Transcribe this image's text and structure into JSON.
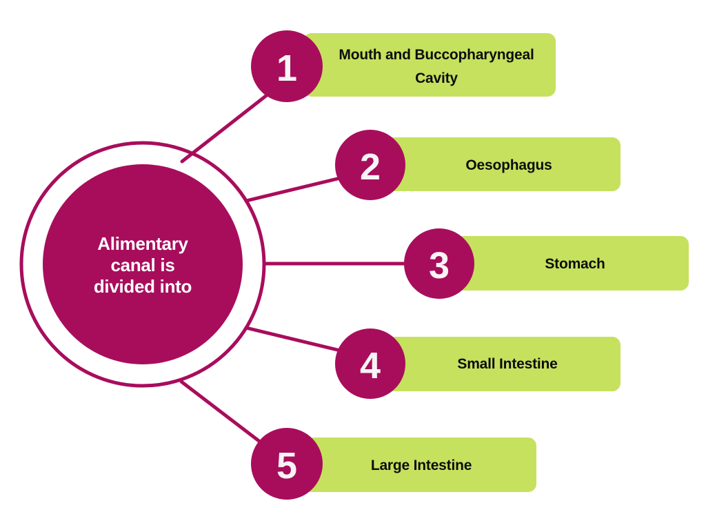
{
  "diagram": {
    "title": "Alimentary canal is divided into",
    "center": {
      "lines": [
        "Alimentary",
        "canal is",
        "divided into"
      ]
    },
    "colors": {
      "magenta": "#A80D5C",
      "green": "#C6E15E",
      "label_text": "#0d0d0d",
      "number_text": "#f7f4f5",
      "center_text": "#ffffff",
      "background": "#ffffff"
    },
    "items": [
      {
        "number": "1",
        "label": "Mouth and Buccopharyngeal Cavity",
        "label_lines": [
          "Mouth and Buccopharyngeal",
          "Cavity"
        ]
      },
      {
        "number": "2",
        "label": "Oesophagus",
        "label_lines": [
          "Oesophagus"
        ]
      },
      {
        "number": "3",
        "label": "Stomach",
        "label_lines": [
          "Stomach"
        ]
      },
      {
        "number": "4",
        "label": "Small Intestine",
        "label_lines": [
          "Small Intestine"
        ]
      },
      {
        "number": "5",
        "label": "Large Intestine",
        "label_lines": [
          "Large Intestine"
        ]
      }
    ]
  }
}
